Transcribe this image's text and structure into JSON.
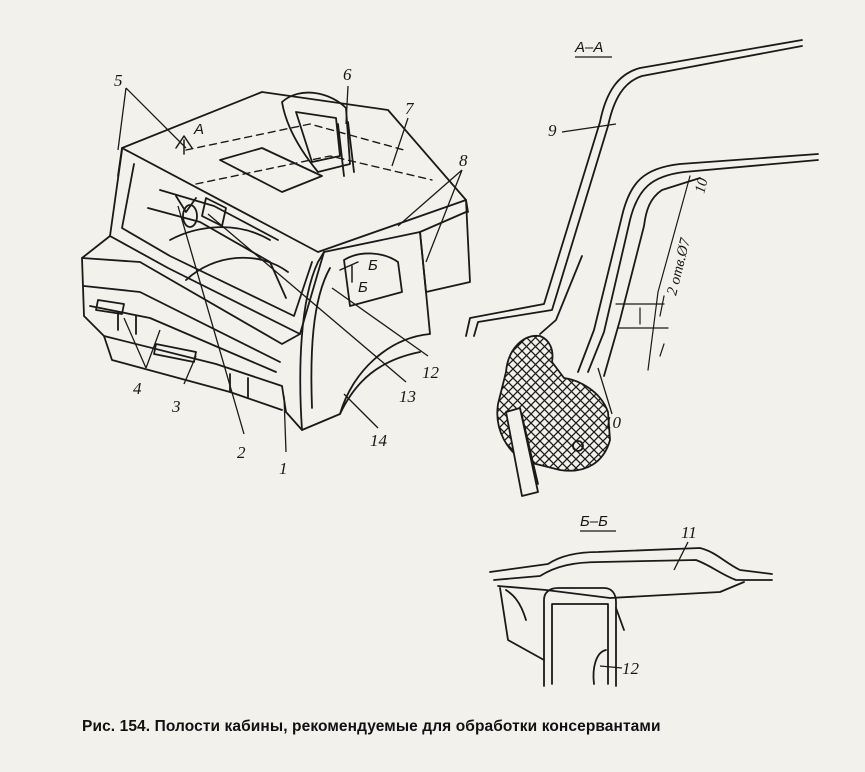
{
  "figure": {
    "caption": "Рис. 154. Полости кабины, рекомендуемые для обработки консервантами",
    "section_labels": {
      "aa": "А–А",
      "bb": "Б–Б",
      "view_a": "А",
      "view_b": "Б"
    },
    "dimension_text": "2 отв.Ø7",
    "dimension_value": "10",
    "part_numbers": [
      "1",
      "2",
      "3",
      "4",
      "5",
      "6",
      "7",
      "8",
      "9",
      "10",
      "11",
      "12",
      "13",
      "14"
    ]
  }
}
